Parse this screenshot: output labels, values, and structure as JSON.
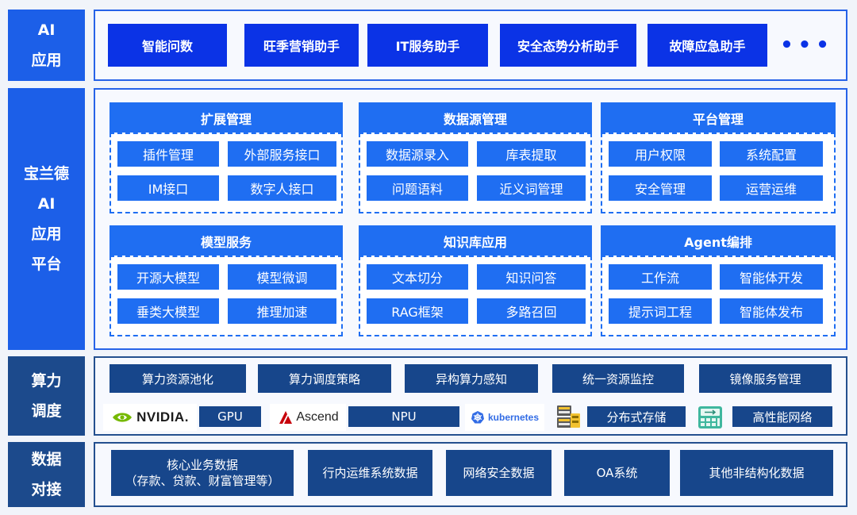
{
  "labels": {
    "ai_app": [
      "AI",
      "应用"
    ],
    "platform": [
      "宝兰德",
      "AI",
      "应用",
      "平台"
    ],
    "compute": [
      "算力",
      "调度"
    ],
    "data": [
      "数据",
      "对接"
    ]
  },
  "ai_apps": {
    "items": [
      "智能问数",
      "旺季营销助手",
      "IT服务助手",
      "安全态势分析助手",
      "故障应急助手"
    ],
    "more": "•••"
  },
  "platform_groups": [
    {
      "title": "扩展管理",
      "items": [
        "插件管理",
        "外部服务接口",
        "IM接口",
        "数字人接口"
      ]
    },
    {
      "title": "数据源管理",
      "items": [
        "数据源录入",
        "库表提取",
        "问题语料",
        "近义词管理"
      ]
    },
    {
      "title": "平台管理",
      "items": [
        "用户权限",
        "系统配置",
        "安全管理",
        "运营运维"
      ]
    },
    {
      "title": "模型服务",
      "items": [
        "开源大模型",
        "模型微调",
        "垂类大模型",
        "推理加速"
      ]
    },
    {
      "title": "知识库应用",
      "items": [
        "文本切分",
        "知识问答",
        "RAG框架",
        "多路召回"
      ]
    },
    {
      "title": "Agent编排",
      "items": [
        "工作流",
        "智能体开发",
        "提示词工程",
        "智能体发布"
      ]
    }
  ],
  "compute": {
    "row1": [
      "算力资源池化",
      "算力调度策略",
      "异构算力感知",
      "统一资源监控",
      "镜像服务管理"
    ],
    "nvidia_logo": "NVIDIA.",
    "gpu": "GPU",
    "ascend_logo": "Ascend",
    "npu": "NPU",
    "k8s_logo": "kubernetes",
    "storage": "分布式存储",
    "network": "高性能网络"
  },
  "data_sources": {
    "core_line1": "核心业务数据",
    "core_line2": "（存款、贷款、财富管理等）",
    "items": [
      "行内运维系统数据",
      "网络安全数据",
      "OA系统",
      "其他非结构化数据"
    ]
  },
  "colors": {
    "primary_blue": "#1f6ef2",
    "deep_blue": "#0b33e6",
    "navy": "#17468b",
    "nvidia_green": "#76b900",
    "ascend_red": "#c7000b",
    "k8s_blue": "#326ce5"
  }
}
